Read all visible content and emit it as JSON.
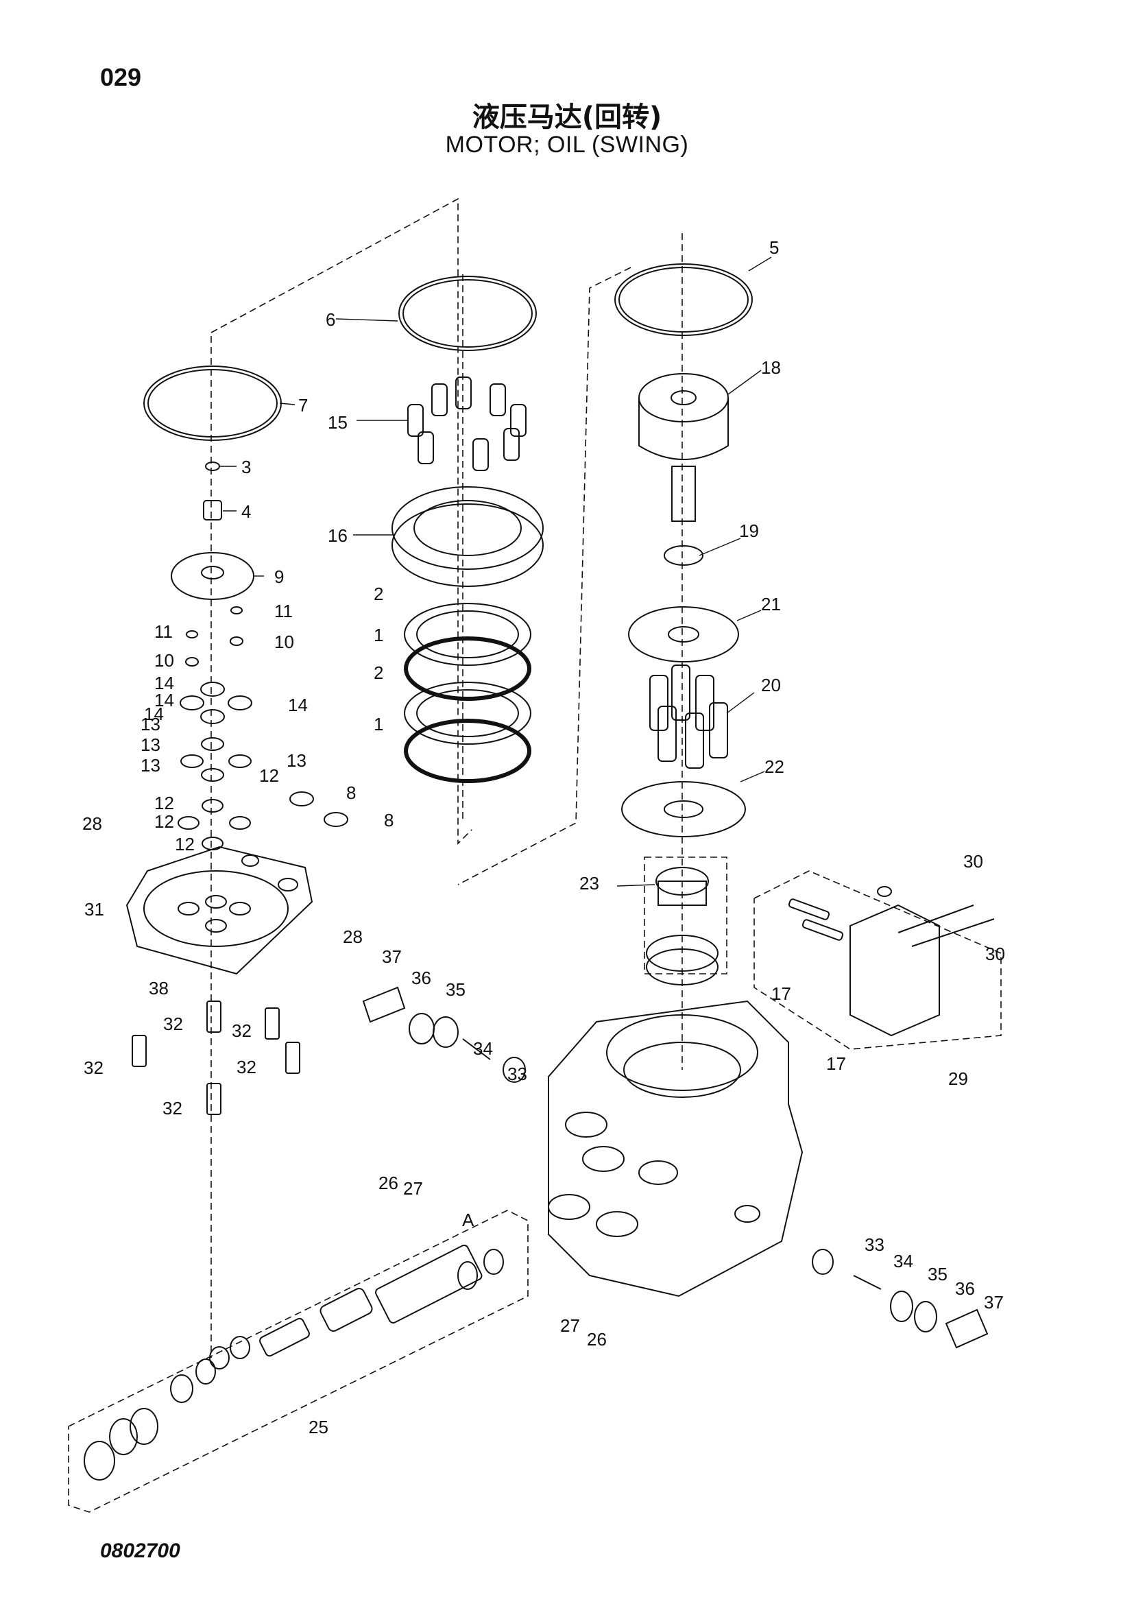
{
  "page_number": "029",
  "title_cn": "液压马达(回转)",
  "title_en": "MOTOR; OIL  (SWING)",
  "doc_code": "0802700",
  "callouts": [
    "1",
    "1",
    "2",
    "2",
    "3",
    "4",
    "5",
    "6",
    "7",
    "8",
    "8",
    "9",
    "10",
    "10",
    "11",
    "11",
    "12",
    "12",
    "12",
    "12",
    "13",
    "13",
    "13",
    "13",
    "14",
    "14",
    "14",
    "14",
    "15",
    "16",
    "17",
    "17",
    "18",
    "19",
    "20",
    "21",
    "22",
    "23",
    "25",
    "26",
    "26",
    "27",
    "27",
    "28",
    "28",
    "29",
    "30",
    "30",
    "31",
    "32",
    "32",
    "32",
    "32",
    "32",
    "33",
    "33",
    "34",
    "34",
    "35",
    "35",
    "36",
    "36",
    "37",
    "37",
    "38",
    "A"
  ]
}
